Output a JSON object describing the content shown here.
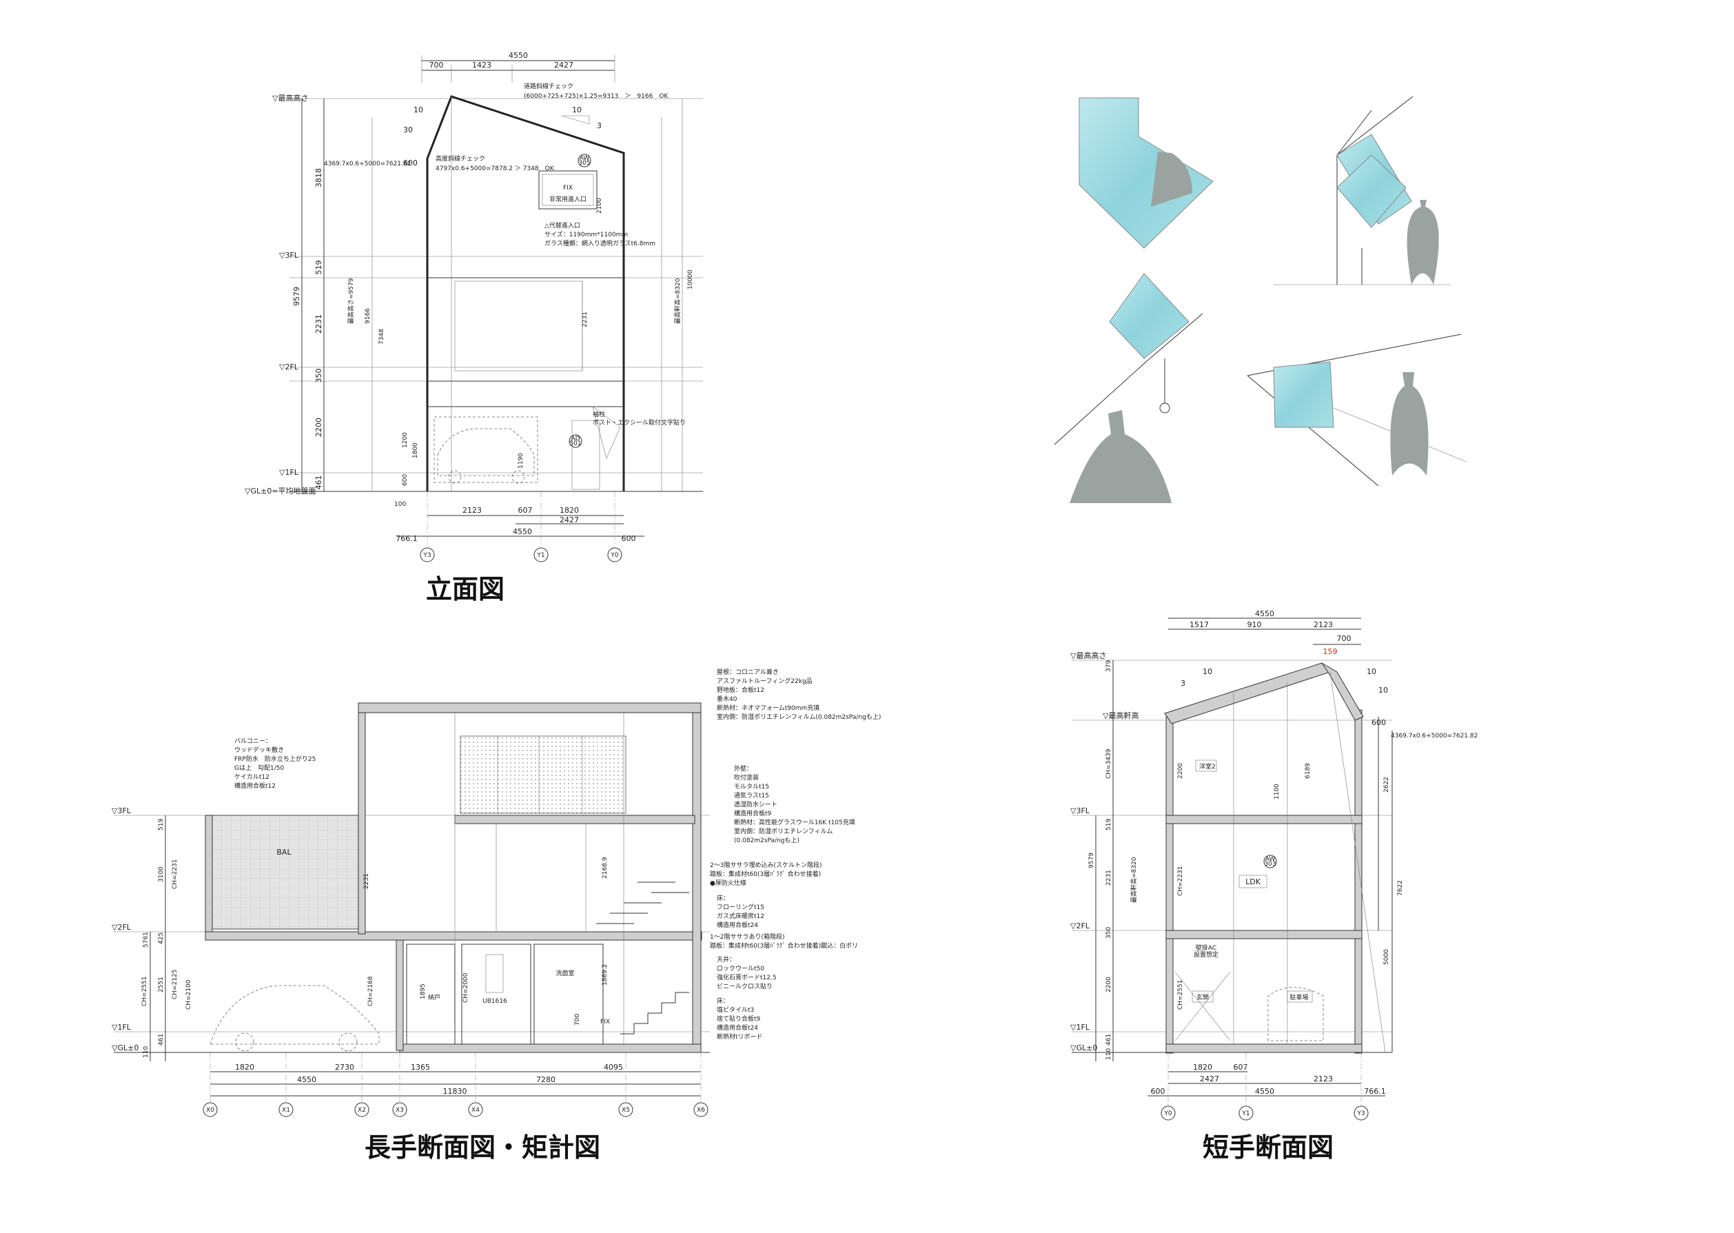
{
  "titles": {
    "elevation": "立面図",
    "long_section": "長手断面図・矩計図",
    "short_section": "短手断面図"
  },
  "elevation": {
    "top_total": "4550",
    "top_parts": [
      "700",
      "1423",
      "2427"
    ],
    "left_dims": [
      "3818",
      "519",
      "2231",
      "350",
      "2200",
      "461"
    ],
    "left_total": "9579",
    "levels": [
      "▽最高高さ",
      "▽3FL",
      "▽2FL",
      "▽1FL",
      "▽GL±0=平均地盤面"
    ],
    "slope_a": "10",
    "slope_a2": "30",
    "slope_b": "10",
    "slope_b2": "3",
    "offset_600": "600",
    "road_check_1": "道路斜線チェック",
    "road_check_2": "(6000+725+725)×1.25=9313　＞　9166　OK",
    "height_check_1": "高度斜線チェック",
    "height_check_2": "4797x0.6+5000=7878.2 ＞ 7348　OK",
    "height_formula": "4369.7x0.6+5000=7621.82",
    "fix_label": "FIX",
    "emergency_label": "非常用進入口",
    "alt_entry_1": "△代替進入口",
    "alt_entry_2": "サイズ：1190mm*1100mm",
    "alt_entry_3": "ガラス種類：網入り透明ガラスt6.8mm",
    "dim_2100": "2100",
    "dim_2231": "2231",
    "dim_9166": "9166",
    "dim_7348": "7348",
    "dim_10000": "10000",
    "max_height_label": "最高高さ=9579",
    "eave_label": "最高軒高=8320",
    "post_1": "袖柱",
    "post_2": "ポスト・エクシール取付文字貼り",
    "sign_aw": "AW",
    "sign_no": "305",
    "sign_aw2": "AD",
    "sign_no2": "501",
    "dim_1200": "1200",
    "dim_1800": "1800",
    "dim_600": "600",
    "dim_1100": "1190",
    "dim_100": "100",
    "bottom_parts_1": [
      "2123",
      "607",
      "1820"
    ],
    "bottom_mid": "2427",
    "bottom_total": "4550",
    "bottom_left": "766.1",
    "bottom_right": "600",
    "grids": [
      "Y3",
      "Y1",
      "Y0"
    ]
  },
  "long_section": {
    "levels": [
      "▽3FL",
      "▽2FL",
      "▽1FL",
      "▽GL±0"
    ],
    "left_dims": [
      "519",
      "3100",
      "5761",
      "425",
      "2551",
      "461",
      "110"
    ],
    "ch_labels": [
      "CH=2231",
      "CH=2125",
      "CH=2100",
      "CH=2168",
      "CH=2000",
      "CH=2551"
    ],
    "balcony": [
      "バルコニー：",
      "ウッドデッキ敷き",
      "FRP防水　防水立ち上がり25",
      "Gは上　勾配1/50",
      "ケイカルt12",
      "構造用合板t12"
    ],
    "roof": [
      "屋根：コロニアル葺き",
      "アスファルトルーフィング22kg品",
      "野地板：合板t12",
      "垂木40",
      "断熱材：ネオマフォームt90mm充填",
      "室内側：防湿ポリエチレンフィルム(0.082m2sPa/ngも上)"
    ],
    "wall": [
      "外壁：",
      "吹付塗装",
      "モルタルt15",
      "通気ラスt15",
      "透湿防水シート",
      "構造用合板t9",
      "断熱材：高性能グラスウール16K t105充填",
      "室内側：防湿ポリエチレンフィルム",
      "(0.082m2sPa/ngも上)"
    ],
    "stair_23": [
      "2～3階ササラ埋め込み(スケルトン階段)",
      "踏板：集成材t60(3層ﾊﾟﾗｸﾞ 合わせ接着)",
      "●厚防火仕様"
    ],
    "floor": [
      "床：",
      "フローリングt15",
      "ガス式床暖房t12",
      "構造用合板t24"
    ],
    "stair_12": [
      "1～2階ササラあり(箱階段)",
      "踏板：集成材t60(3層ﾊﾟﾗｸﾞ 合わせ接着)蹴込：白ポリ"
    ],
    "ceiling": [
      "天井：",
      "ロックウールt50",
      "強化石膏ボードt12.5",
      "ビニールクロス貼り"
    ],
    "floor1": [
      "床：",
      "塩ビタイルt3",
      "捨て貼り合板t9",
      "構造用合板t24",
      "断熱材tリボード"
    ],
    "rooms": [
      "BAL",
      "納戸",
      "UB1616",
      "洗面室",
      "FIX"
    ],
    "inner_dims": [
      "2231",
      "1895",
      "2168.9",
      "1869.2",
      "700"
    ],
    "bottom_1": [
      "1820",
      "2730",
      "1365",
      "7280",
      "4095"
    ],
    "bottom_2": [
      "4550",
      "11830"
    ],
    "grids": [
      "X0",
      "X1",
      "X2",
      "X3",
      "X4",
      "X5",
      "X6"
    ]
  },
  "short_section": {
    "top_total": "4550",
    "top_parts": [
      "1517",
      "910",
      "2123"
    ],
    "top_right": "700",
    "red_dim": "159",
    "slope_a": "10",
    "slope_a2": "3",
    "slope_b": "10",
    "slope_b2": "10",
    "dim_600": "600",
    "formula": "4369.7x0.6+5000=7621.82",
    "levels": [
      "▽最高高さ",
      "▽最高軒高",
      "▽3FL",
      "▽2FL",
      "▽1FL",
      "▽GL±0"
    ],
    "left_dims": [
      "379",
      "CH=3439",
      "519",
      "2231",
      "350",
      "2200",
      "461",
      "110"
    ],
    "left_total": "9579",
    "eave": "最高軒高=8320",
    "rooms": [
      "洋室2",
      "LDK",
      "玄関",
      "駐車場"
    ],
    "inner_dims": [
      "2200",
      "1100",
      "6189",
      "CH=2231",
      "CH=2551"
    ],
    "ac_1": "壁掛AC",
    "ac_2": "設置想定",
    "aw": "AW",
    "aw_no": "303",
    "right_dims": [
      "2622",
      "7622",
      "5000"
    ],
    "bottom_1": [
      "1820",
      "607"
    ],
    "bottom_2": [
      "2427",
      "2123"
    ],
    "bottom_3": [
      "600",
      "4550",
      "766.1"
    ],
    "grids": [
      "Y0",
      "Y1",
      "Y3"
    ]
  },
  "sky_color": "#8fd3dc",
  "figure_color": "#9aa3a0"
}
